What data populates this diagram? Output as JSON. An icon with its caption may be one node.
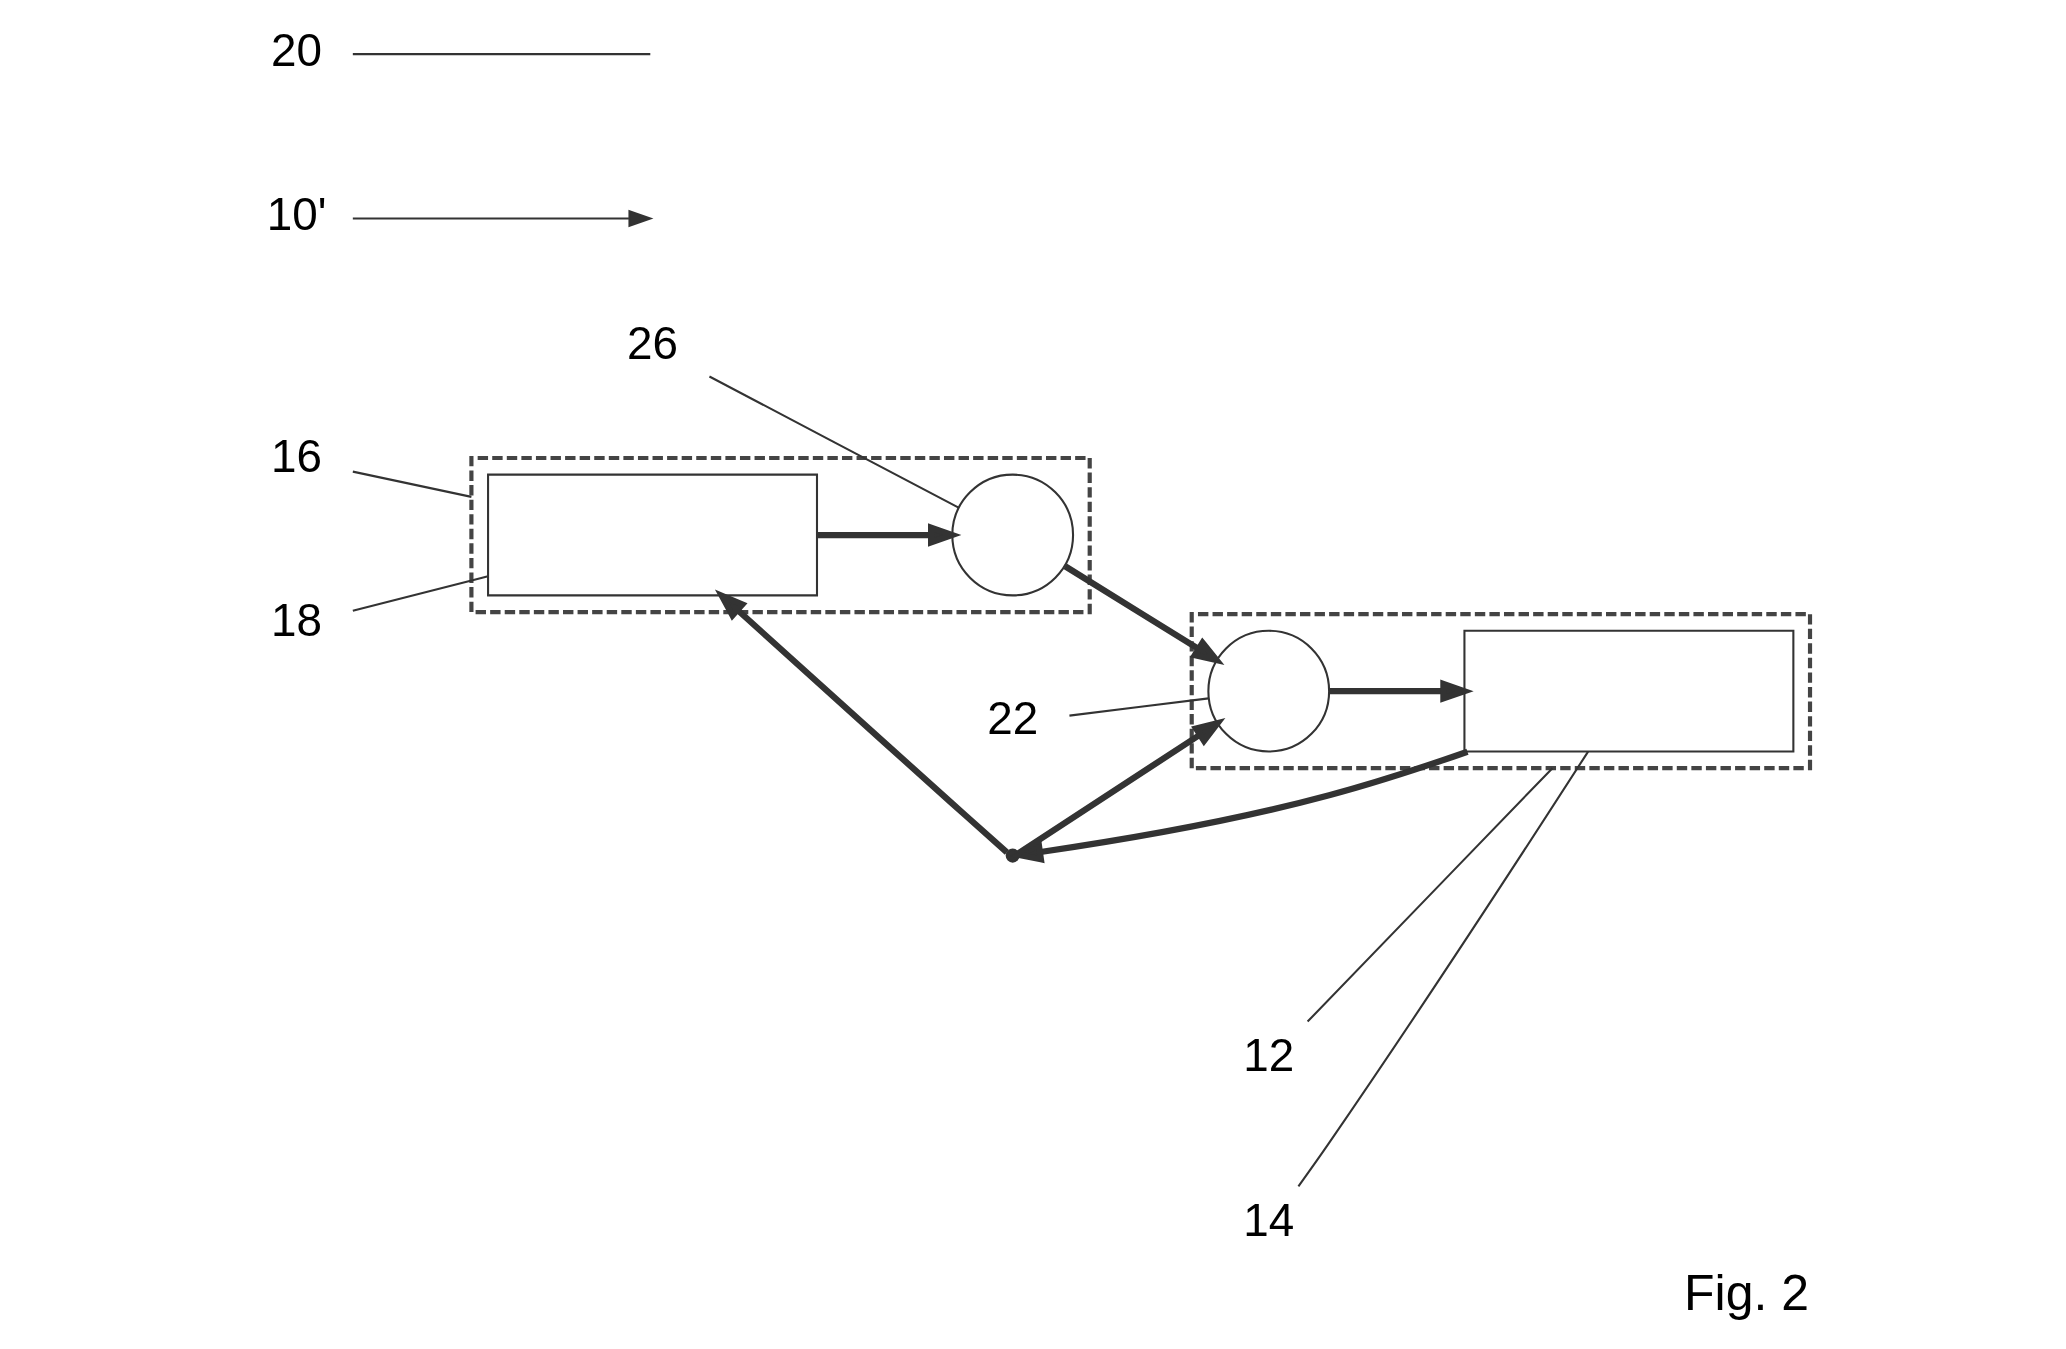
{
  "diagram": {
    "caption": "Fig. 2",
    "nodes": [
      {
        "text": [],
        "shape": "box"
      },
      {
        "text": [],
        "shape": "box",
        "in": 0
      },
      {
        "text": [],
        "shape": "circle",
        "in": 0
      },
      {
        "text": [],
        "shape": "box"
      },
      {
        "text": [],
        "shape": "box",
        "in": 3
      },
      {
        "text": [],
        "shape": "circle",
        "in": 3
      },
      {
        "text": [],
        "shape": "point"
      },
      {
        "text": [
          "10'"
        ]
      },
      {
        "text": [
          "12"
        ]
      },
      {
        "text": [
          "14"
        ]
      },
      {
        "text": [
          "16"
        ]
      },
      {
        "text": [
          "18"
        ]
      },
      {
        "text": [
          "20"
        ]
      },
      {
        "text": [
          "22"
        ]
      },
      {
        "text": [
          "26"
        ]
      }
    ],
    "edges": [
      {
        "from": 1,
        "to": 6,
        "arrow": "to",
        "style": "thick"
      },
      {
        "from": 6,
        "to": 4,
        "arrow": "to",
        "style": "thick"
      },
      {
        "from": 6,
        "to": 2,
        "arrow": "to",
        "style": "thick"
      },
      {
        "from": 4,
        "to": 5,
        "arrow": "to",
        "style": "thick"
      },
      {
        "from": 5,
        "to": 2,
        "arrow": "to",
        "style": "thick"
      },
      {
        "from": 2,
        "to": 1,
        "arrow": "to",
        "style": "thick"
      },
      {
        "from": 7,
        "to": null,
        "arrow": "to"
      },
      {
        "from": 8,
        "to": 0,
        "arrow": "none"
      },
      {
        "from": 9,
        "to": 1,
        "arrow": "none"
      },
      {
        "from": 10,
        "to": 3,
        "arrow": "none"
      },
      {
        "from": 11,
        "to": 4,
        "arrow": "none"
      },
      {
        "from": 12,
        "to": null,
        "arrow": "none"
      },
      {
        "from": 13,
        "to": 2,
        "arrow": "none"
      },
      {
        "from": 14,
        "to": 5,
        "arrow": "none"
      }
    ]
  }
}
